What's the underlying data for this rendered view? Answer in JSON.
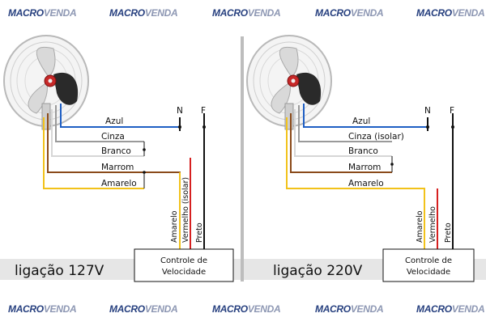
{
  "brand": {
    "part1": "MACRO",
    "part2": "VENDA"
  },
  "panels": [
    {
      "title": "ligação 127V",
      "terminals": {
        "n": "N",
        "f": "F"
      },
      "wires": {
        "azul": "Azul",
        "cinza": "Cinza",
        "branco": "Branco",
        "marrom": "Marrom",
        "amarelo": "Amarelo"
      },
      "vertical": {
        "amarelo": "Amarelo",
        "vermelho": "Vermelho (isolar)",
        "preto": "Preto"
      },
      "controller": {
        "line1": "Controle de",
        "line2": "Velocidade"
      }
    },
    {
      "title": "ligação 220V",
      "terminals": {
        "n": "N",
        "f": "F"
      },
      "wires": {
        "azul": "Azul",
        "cinza": "Cinza (isolar)",
        "branco": "Branco",
        "marrom": "Marrom",
        "amarelo": "Amarelo"
      },
      "vertical": {
        "amarelo": "Amarelo",
        "vermelho": "Vermelho",
        "preto": "Preto"
      },
      "controller": {
        "line1": "Controle de",
        "line2": "Velocidade"
      }
    }
  ],
  "colors": {
    "azul": "#1f5fc4",
    "cinza": "#9a9a9a",
    "branco": "#d6d6d6",
    "marrom": "#8a4a1a",
    "amarelo": "#f2c21a",
    "vermelho": "#d62020",
    "preto": "#111111",
    "divider": "#bdbdbd",
    "title_band": "#e6e6e6",
    "brand": "#27407f"
  }
}
